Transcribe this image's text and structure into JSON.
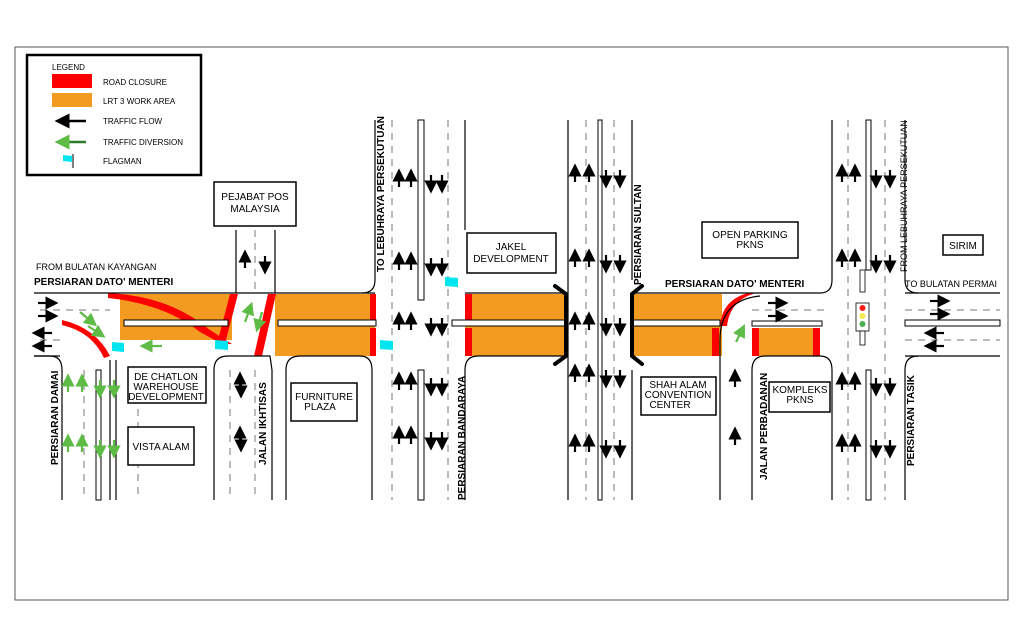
{
  "title": "LRT 3 Traffic Management Plan - Persiaran Dato' Menteri",
  "colors": {
    "road_closure": "#ff0000",
    "work_area": "#f39a21",
    "traffic_flow": "#000000",
    "traffic_diversion": "#5dbb46",
    "flagman": "#00e5f0",
    "signal_red": "#ff1a1a",
    "signal_yellow": "#f2e94e",
    "signal_green": "#4caf50"
  },
  "legend": {
    "title": "LEGEND",
    "items": [
      {
        "icon": "road-closure-swatch",
        "label": "ROAD CLOSURE"
      },
      {
        "icon": "work-area-swatch",
        "label": "LRT 3 WORK AREA"
      },
      {
        "icon": "arrow-left-black-icon",
        "label": "TRAFFIC FLOW"
      },
      {
        "icon": "arrow-left-green-icon",
        "label": "TRAFFIC DIVERSION"
      },
      {
        "icon": "flag-icon",
        "label": "FLAGMAN"
      }
    ]
  },
  "road_labels": {
    "from_bulatan_kayangan": "FROM BULATAN KAYANGAN",
    "persiaran_dato_menteri_left": "PERSIARAN DATO' MENTERI",
    "persiaran_dato_menteri_right": "PERSIARAN DATO' MENTERI",
    "persiaran_damai": "PERSIARAN DAMAI",
    "jalan_ikhtisas": "JALAN IKHTISAS",
    "to_lebuhraya_persekutuan": "TO LEBUHRAYA PERSEKUTUAN",
    "persiaran_bandaraya": "PERSIARAN BANDARAYA",
    "persiaran_sultan": "PERSIARAN SULTAN",
    "jalan_perbadanan": "JALAN PERBADANAN",
    "from_lebuhraya_persekutuan": "FROM LEBUHRAYA PERSEKUTUAN",
    "persiaran_tasik": "PERSIARAN TASIK",
    "to_bulatan_permai": "TO BULATAN PERMAI"
  },
  "landmarks": {
    "pejabat_pos": [
      "PEJABAT POS",
      "MALAYSIA"
    ],
    "de_chatlon": [
      "DE CHATLON",
      "WAREHOUSE",
      "DEVELOPMENT"
    ],
    "vista_alam": [
      "VISTA ALAM"
    ],
    "furniture_plaza": [
      "FURNITURE",
      "PLAZA"
    ],
    "jakel": [
      "JAKEL",
      "DEVELOPMENT"
    ],
    "open_parking": [
      "OPEN PARKING",
      "PKNS"
    ],
    "shah_alam_cc": [
      "SHAH ALAM",
      "CONVENTION",
      "CENTER"
    ],
    "kompleks_pkns": [
      "KOMPLEKS",
      "PKNS"
    ],
    "sirim": [
      "SIRIM"
    ]
  }
}
